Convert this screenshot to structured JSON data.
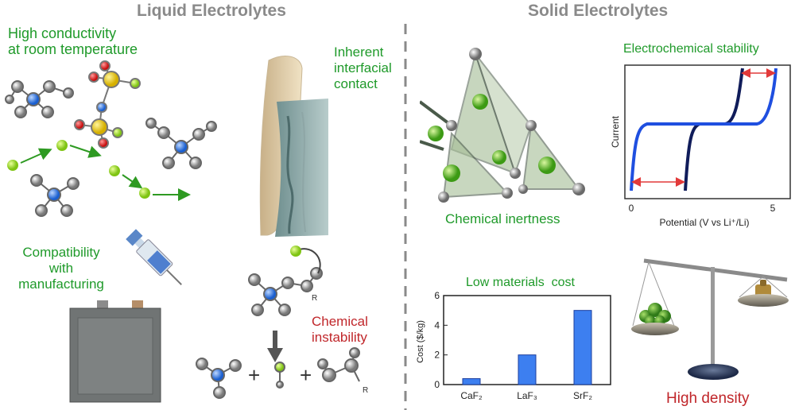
{
  "headers": {
    "liquid": "Liquid Electrolytes",
    "solid": "Solid Electrolytes"
  },
  "liquid": {
    "conductivity_line1": "High conductivity",
    "conductivity_line2": "at room temperature",
    "interfacial_line1": "Inherent",
    "interfacial_line2": "interfacial",
    "interfacial_line3": "contact",
    "compat_line1": "Compatibility",
    "compat_line2": "with",
    "compat_line3": "manufacturing",
    "instability_line1": "Chemical",
    "instability_line2": "instability",
    "reaction_R": "R",
    "plus": "+"
  },
  "solid": {
    "inertness": "Chemical inertness",
    "stability": "Electrochemical stability",
    "density": "High density",
    "cost_title": "Low materials  cost"
  },
  "stability_plot": {
    "ylabel": "Current",
    "xlabel": "Potential (V vs Li⁺/Li)",
    "xticks": [
      "0",
      "5"
    ]
  },
  "chart_data": [
    {
      "type": "bar",
      "title": "Low materials  cost",
      "xlabel": "",
      "ylabel": "Cost ($/kg)",
      "categories": [
        "CaF₂",
        "LaF₃",
        "SrF₂"
      ],
      "values": [
        0.4,
        2.0,
        5.0
      ],
      "ylim": [
        0,
        6
      ],
      "yticks": [
        "0",
        "2",
        "4",
        "6"
      ],
      "colors": {
        "bar": "#3d7ff0",
        "stroke": "#1c3f9e"
      }
    }
  ],
  "colors": {
    "header": "#8a8a8a",
    "positive": "#1f9a2a",
    "negative": "#c0262a",
    "curve_blue": "#1f4fe0",
    "curve_navy": "#101c5a",
    "stability_arrow": "#e23a3a"
  }
}
